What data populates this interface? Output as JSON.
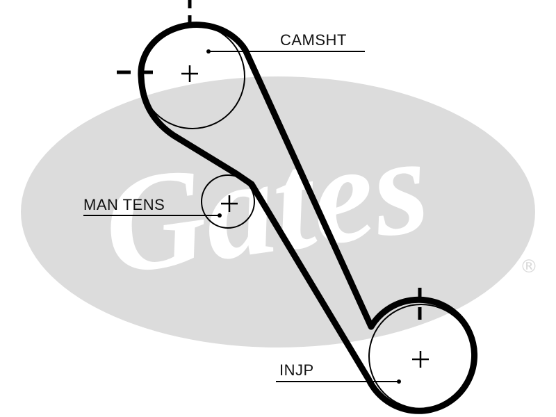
{
  "watermark": {
    "brand": "Gates",
    "registered_mark": "®",
    "color": "#dcdcdc"
  },
  "labels": {
    "camshaft": "CAMSHT",
    "manual_tensioner": "MAN TENS",
    "injection_pump": "INJP"
  },
  "colors": {
    "belt": "#000000",
    "pulley_outline": "#000000",
    "background": "#ffffff"
  },
  "icons": {
    "pulley_center": "plus-icon",
    "timing_mark": "tick-mark-icon"
  }
}
